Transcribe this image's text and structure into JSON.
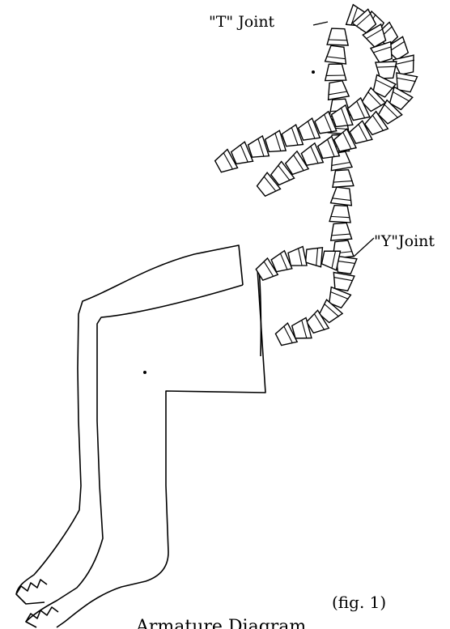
{
  "labels": {
    "t_joint": "\"T\" Joint",
    "y_joint": "\"Y\"Joint",
    "figure_number": "(fig. 1)",
    "caption": "Armature Diagram"
  },
  "colors": {
    "ink": "#000000",
    "segment_fill": "#ffffff",
    "background": "#ffffff"
  }
}
